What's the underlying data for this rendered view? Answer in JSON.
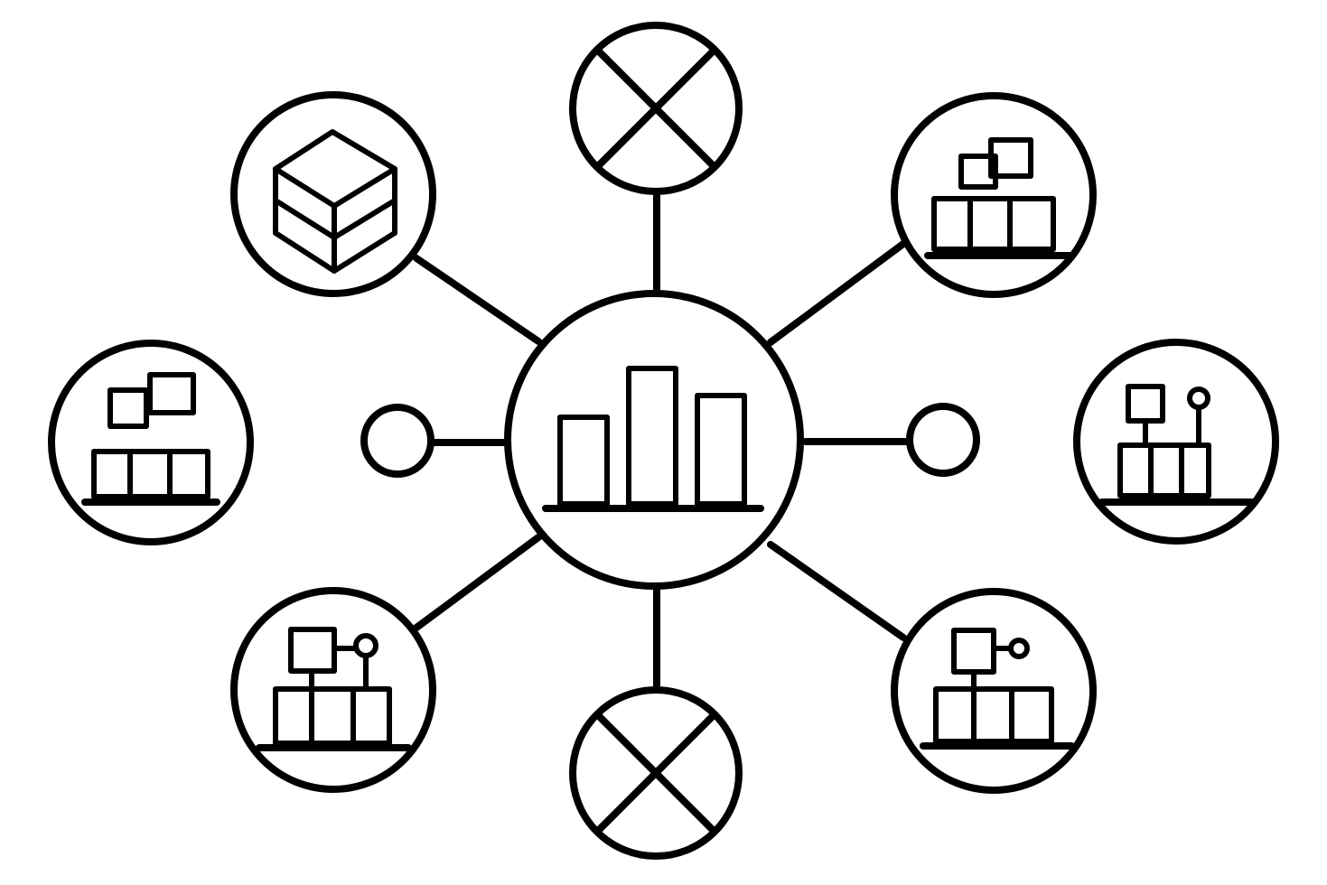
{
  "diagram": {
    "stroke_color": "#000000",
    "background_color": "#ffffff",
    "hub": {
      "icon": "bar-chart-icon"
    },
    "satellites": [
      {
        "id": "top",
        "icon": "x-cross-icon"
      },
      {
        "id": "top-left",
        "icon": "cube-icon"
      },
      {
        "id": "top-right",
        "icon": "stacked-blocks-icon"
      },
      {
        "id": "left",
        "icon": "stacked-blocks-icon"
      },
      {
        "id": "right",
        "icon": "blocks-with-node-icon"
      },
      {
        "id": "bottom-left",
        "icon": "blocks-with-node-icon"
      },
      {
        "id": "bottom-right",
        "icon": "blocks-with-node-icon"
      },
      {
        "id": "bottom",
        "icon": "x-cross-icon"
      },
      {
        "id": "inner-left",
        "icon": "small-node"
      },
      {
        "id": "inner-right",
        "icon": "small-node"
      }
    ]
  }
}
